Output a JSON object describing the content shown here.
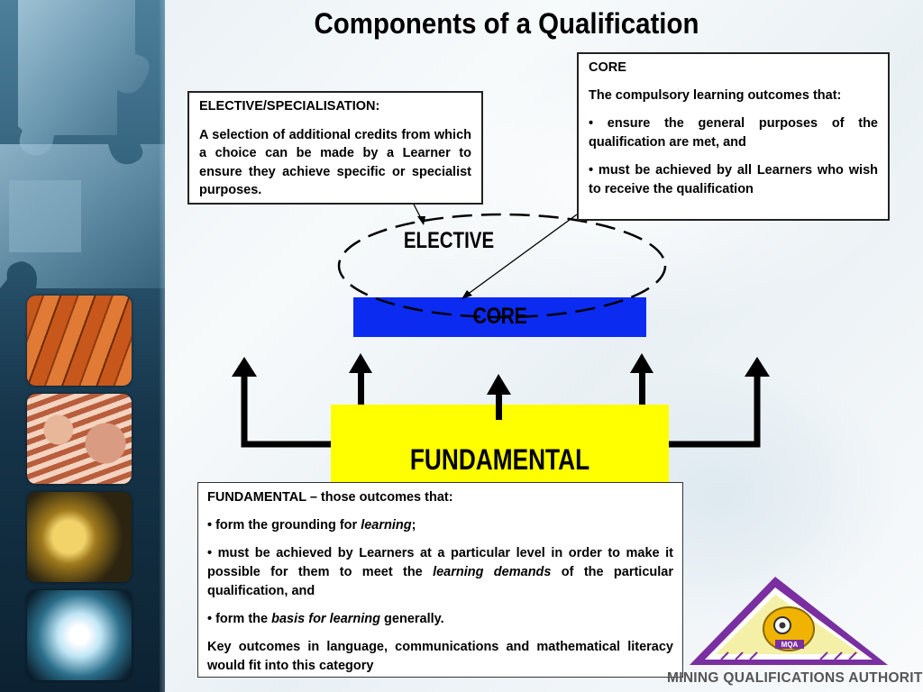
{
  "title": "Components of  a Qualification",
  "elective_box": {
    "heading": "ELECTIVE/SPECIALISATION:",
    "body": "A selection of additional credits from which a choice can be made by a Learner to ensure they achieve specific or specialist purposes."
  },
  "core_box": {
    "heading": "CORE",
    "intro": "The compulsory learning outcomes that:",
    "bullet1": "• ensure the general purposes of the qualification are met, and",
    "bullet2": "• must be achieved by all Learners who wish to receive the qualification"
  },
  "fundamental_box": {
    "heading": "FUNDAMENTAL – those outcomes that:",
    "b1_pre": "• form the grounding for ",
    "b1_em": "learning",
    "b1_post": ";",
    "b2_pre": "• must be achieved by Learners at a particular level in order to make it possible for them to meet the ",
    "b2_em": "learning demands",
    "b2_post": " of the particular qualification, and",
    "b3_pre": "• form the ",
    "b3_em": "basis for learning",
    "b3_post": " generally.",
    "footer": "Key outcomes in language, communications and mathematical literacy would fit into this category"
  },
  "diagram": {
    "elective_label": "ELECTIVE",
    "core_label": "CORE",
    "fundamental_label": "FUNDAMENTAL",
    "colors": {
      "core": "#0b2bf0",
      "fundamental": "#ffff00"
    }
  },
  "logo": {
    "badge_text": "MQA",
    "org_name": "MINING QUALIFICATIONS AUTHORITY"
  }
}
